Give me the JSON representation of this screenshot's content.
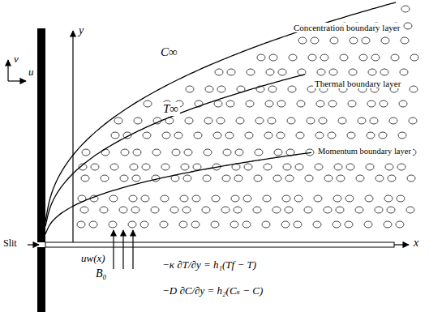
{
  "diagram": {
    "labels": [
      "Concentration boundary layer",
      "Thermal boundary layer",
      "Momentum boundary layer",
      "C∞",
      "T∞",
      "v",
      "u",
      "y",
      "x",
      "Slit",
      "uw(x)",
      "B₀",
      "−κ ∂T/∂y = h₁(Tf − T)",
      "−D ∂C/∂y = h₂(Cₛ − C)"
    ]
  }
}
